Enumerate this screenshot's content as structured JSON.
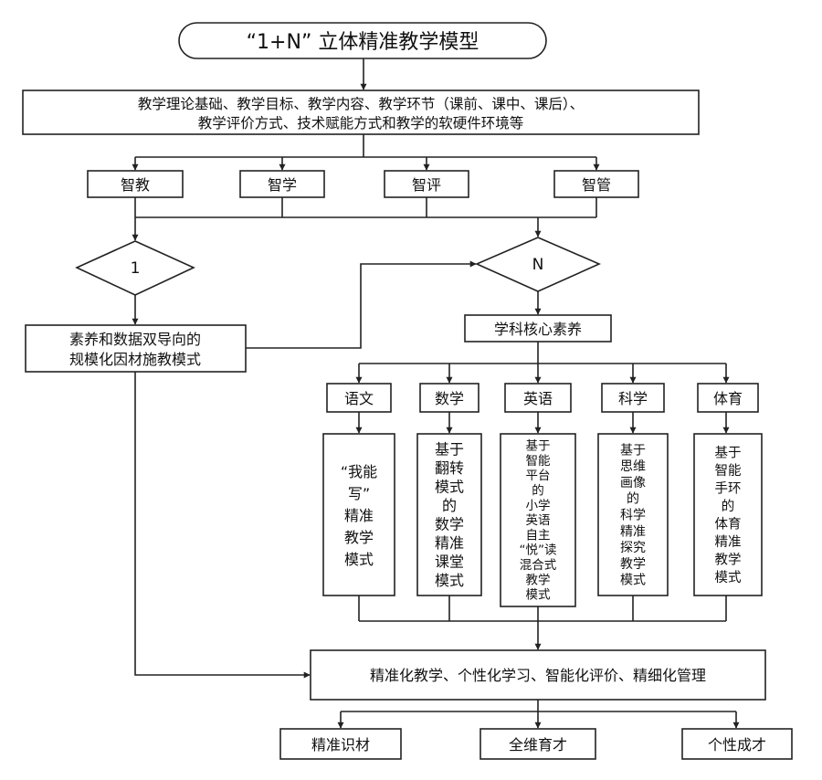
{
  "title": "“1+N” 立体精准教学模型",
  "foundation": {
    "line1": "教学理论基础、教学目标、教学内容、教学环节（课前、课中、课后）、",
    "line2": "教学评价方式、技术赋能方式和教学的软硬件环境等"
  },
  "smart_modules": [
    "智教",
    "智学",
    "智评",
    "智管"
  ],
  "decision_one": "1",
  "decision_n": "N",
  "one_model": {
    "line1": "素养和数据双导向的",
    "line2": "规模化因材施教模式"
  },
  "core_literacy": "学科核心素养",
  "subjects": [
    {
      "name": "语文",
      "model_lines": [
        "“我能",
        "写”",
        "精准",
        "教学",
        "模式"
      ]
    },
    {
      "name": "数学",
      "model_lines": [
        "基于",
        "翻转",
        "模式",
        "的",
        "数学",
        "精准",
        "课堂",
        "模式"
      ]
    },
    {
      "name": "英语",
      "model_lines": [
        "基于",
        "智能",
        "平台",
        "的",
        "小学",
        "英语",
        "自主",
        "“悦”读",
        "混合式",
        "教学",
        "模式"
      ]
    },
    {
      "name": "科学",
      "model_lines": [
        "基于",
        "思维",
        "画像",
        "的",
        "科学",
        "精准",
        "探究",
        "教学",
        "模式"
      ]
    },
    {
      "name": "体育",
      "model_lines": [
        "基于",
        "智能",
        "手环",
        "的",
        "体育",
        "精准",
        "教学",
        "模式"
      ]
    }
  ],
  "outcomes": "精准化教学、个性化学习、智能化评价、精细化管理",
  "results": [
    "精准识材",
    "全维育才",
    "个性成才"
  ]
}
